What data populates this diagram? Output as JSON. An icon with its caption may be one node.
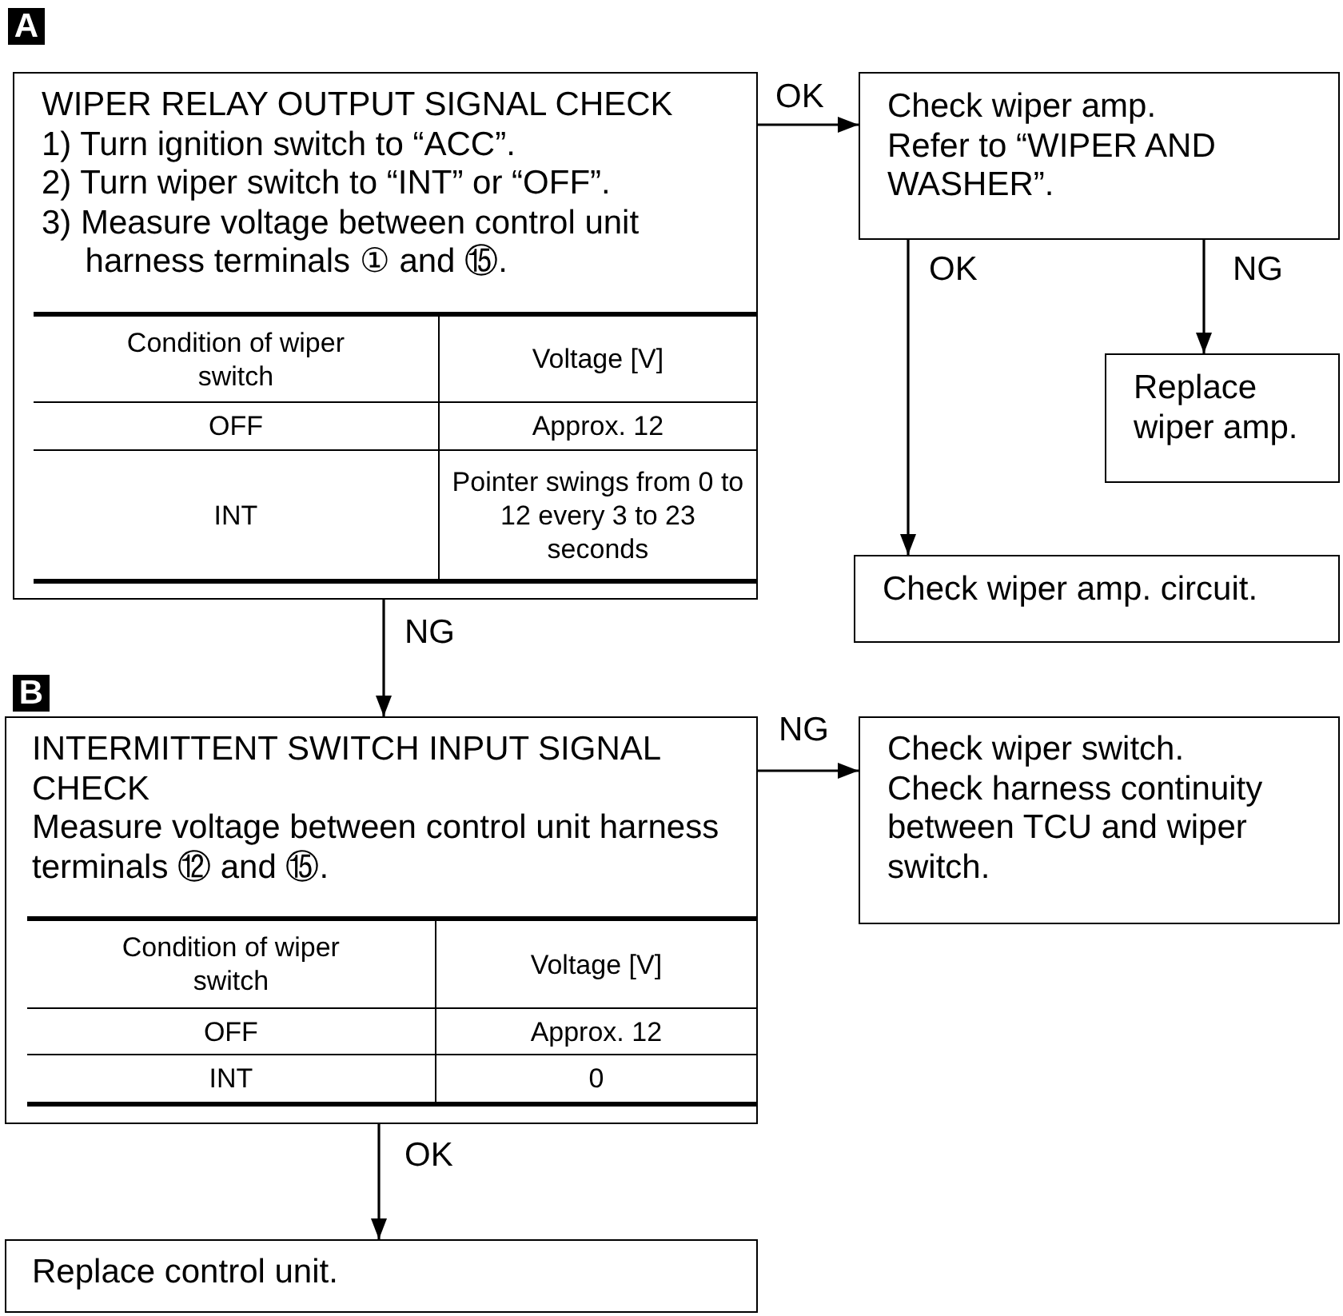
{
  "diagram": {
    "nodes": [
      {
        "text": [
          "WIPER RELAY OUTPUT SIGNAL CHECK",
          "1) Turn ignition switch to “ACC”.",
          "2) Turn wiper switch to “INT” or “OFF”.",
          "3) Measure voltage between control unit harness terminals ① and ⑮."
        ]
      },
      {
        "text": [
          "Check wiper amp.",
          "Refer to “WIPER AND WASHER”."
        ]
      },
      {
        "text": [
          "Replace wiper amp."
        ]
      },
      {
        "text": [
          "Check wiper amp. circuit."
        ]
      },
      {
        "text": [
          "INTERMITTENT SWITCH INPUT SIGNAL CHECK",
          "Measure voltage between control unit harness terminals ⑫ and ⑮."
        ]
      },
      {
        "text": [
          "Check wiper switch.",
          "Check harness continuity between TCU and wiper switch."
        ]
      },
      {
        "text": [
          "Replace control unit."
        ]
      }
    ],
    "edges": [
      {
        "from": 0,
        "to": 1,
        "arrow": "to",
        "label": "OK"
      },
      {
        "from": 1,
        "to": 3,
        "arrow": "to",
        "label": "OK"
      },
      {
        "from": 1,
        "to": 2,
        "arrow": "to",
        "label": "NG"
      },
      {
        "from": 0,
        "to": 4,
        "arrow": "to",
        "label": "NG"
      },
      {
        "from": 4,
        "to": 5,
        "arrow": "to",
        "label": "NG"
      },
      {
        "from": 4,
        "to": 6,
        "arrow": "to",
        "label": "OK"
      }
    ],
    "labels": [
      "A",
      "Condition of wiper switch",
      "Voltage [V]",
      "OFF",
      "Approx. 12",
      "INT",
      "Pointer swings from 0 to 12 every 3 to 23 seconds",
      "B",
      "Condition of wiper switch",
      "Voltage [V]",
      "OFF",
      "Approx. 12",
      "INT",
      "0"
    ]
  }
}
